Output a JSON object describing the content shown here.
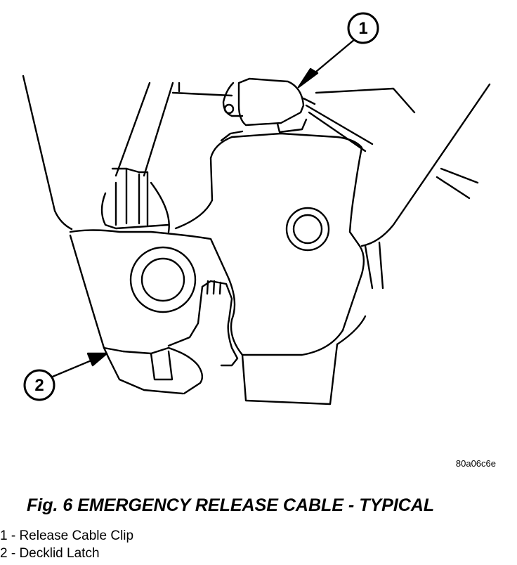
{
  "figure_id": "80a06c6e",
  "caption": "Fig. 6 EMERGENCY RELEASE CABLE - TYPICAL",
  "callouts": [
    {
      "number": "1",
      "text": "1 - Release Cable Clip"
    },
    {
      "number": "2",
      "text": "2 - Decklid Latch"
    }
  ],
  "colors": {
    "ink": "#000000",
    "paper": "#ffffff"
  }
}
